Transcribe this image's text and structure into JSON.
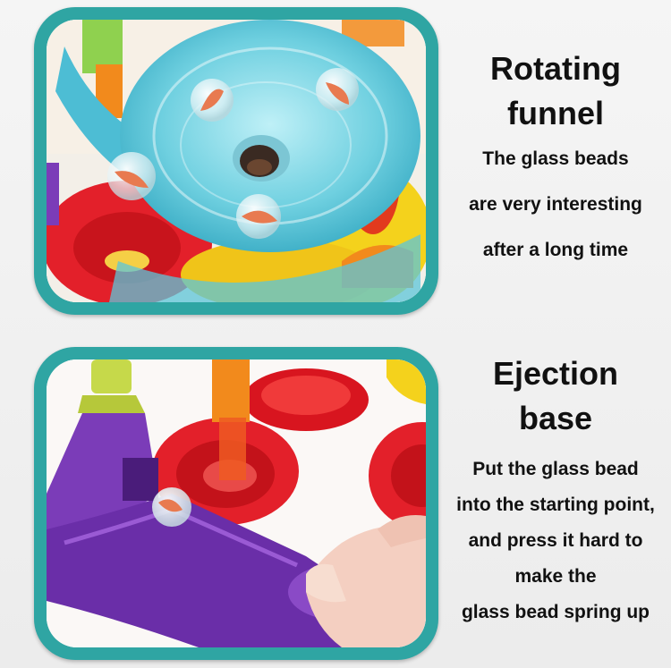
{
  "sections": [
    {
      "heading_line1": "Rotating",
      "heading_line2": "funnel",
      "lines": [
        "The glass beads",
        "are very interesting",
        "after a long time"
      ]
    },
    {
      "heading_line1": "Ejection",
      "heading_line2": "base",
      "lines": [
        "Put the glass bead",
        "into the starting point,",
        "and press it hard to",
        "make the",
        "glass bead spring up"
      ]
    }
  ],
  "colors": {
    "frame": "#2fa5a3",
    "funnel": "#6fd0e0",
    "red_track": "#e3202a",
    "yellow_track": "#f4d21c",
    "purple_base": "#7b3cb8",
    "orange_track": "#f28a1c"
  }
}
